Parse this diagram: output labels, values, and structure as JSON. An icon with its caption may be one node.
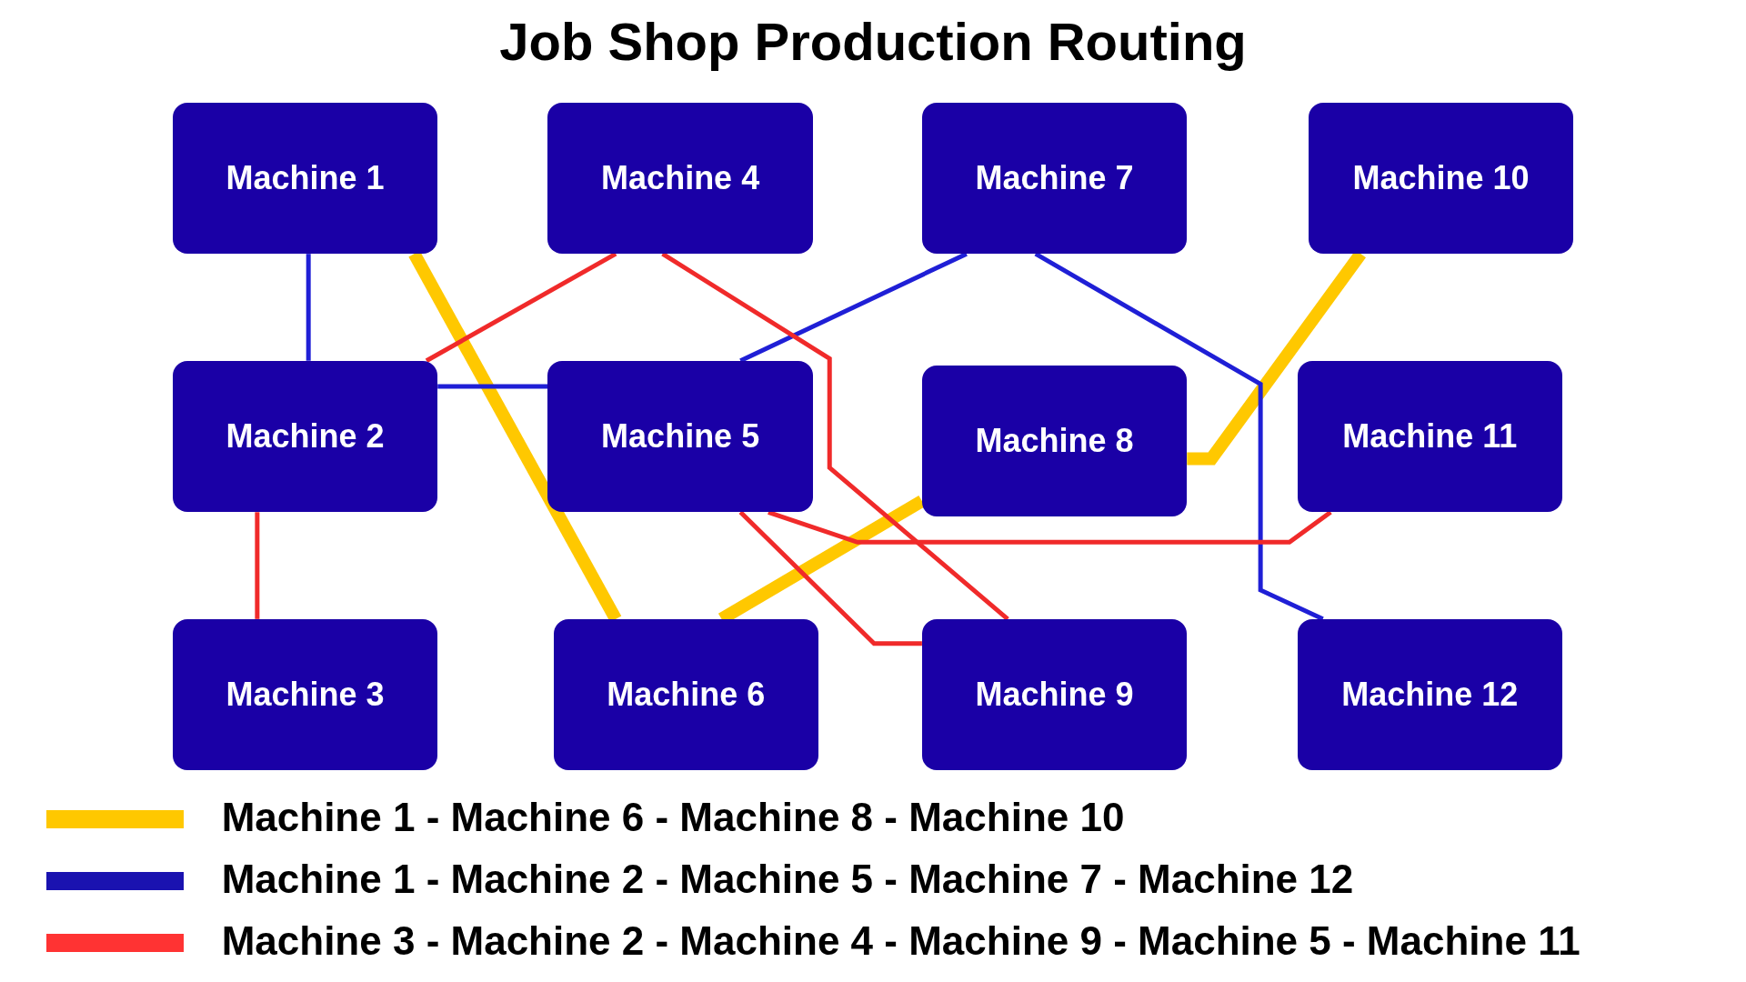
{
  "diagram": {
    "title": "Job Shop Production Routing",
    "nodes": [
      {
        "text": [
          "Machine 1"
        ]
      },
      {
        "text": [
          "Machine 4"
        ]
      },
      {
        "text": [
          "Machine 7"
        ]
      },
      {
        "text": [
          "Machine 10"
        ]
      },
      {
        "text": [
          "Machine 2"
        ]
      },
      {
        "text": [
          "Machine 5"
        ]
      },
      {
        "text": [
          "Machine 8"
        ]
      },
      {
        "text": [
          "Machine 11"
        ]
      },
      {
        "text": [
          "Machine 3"
        ]
      },
      {
        "text": [
          "Machine 6"
        ]
      },
      {
        "text": [
          "Machine 9"
        ]
      },
      {
        "text": [
          "Machine 12"
        ]
      }
    ],
    "edges": [
      {
        "from": 0,
        "to": 9,
        "arrow": "none",
        "style": "thick",
        "color": "#ffc800"
      },
      {
        "from": 9,
        "to": 6,
        "arrow": "none",
        "style": "thick",
        "color": "#ffc800"
      },
      {
        "from": 6,
        "to": 3,
        "arrow": "none",
        "style": "thick",
        "color": "#ffc800"
      },
      {
        "from": 0,
        "to": 4,
        "arrow": "none",
        "color": "#1f1fd6"
      },
      {
        "from": 4,
        "to": 5,
        "arrow": "none",
        "color": "#1f1fd6"
      },
      {
        "from": 5,
        "to": 2,
        "arrow": "none",
        "color": "#1f1fd6"
      },
      {
        "from": 2,
        "to": 11,
        "arrow": "none",
        "color": "#1f1fd6"
      },
      {
        "from": 8,
        "to": 4,
        "arrow": "none",
        "color": "#f02a2a"
      },
      {
        "from": 4,
        "to": 1,
        "arrow": "none",
        "color": "#f02a2a"
      },
      {
        "from": 1,
        "to": 10,
        "arrow": "none",
        "color": "#f02a2a"
      },
      {
        "from": 10,
        "to": 5,
        "arrow": "none",
        "color": "#f02a2a"
      },
      {
        "from": 5,
        "to": 7,
        "arrow": "none",
        "color": "#f02a2a"
      }
    ],
    "legend": [
      {
        "text": "Machine 1 - Machine 6 - Machine 8 - Machine 10",
        "color": "#ffc800"
      },
      {
        "text": "Machine 1 - Machine 2 - Machine 5 - Machine 7 - Machine 12",
        "color": "#1a12b0"
      },
      {
        "text": "Machine 3 - Machine 2 - Machine 4 - Machine 9 - Machine 5 - Machine 11",
        "color": "#ff3333"
      }
    ]
  }
}
